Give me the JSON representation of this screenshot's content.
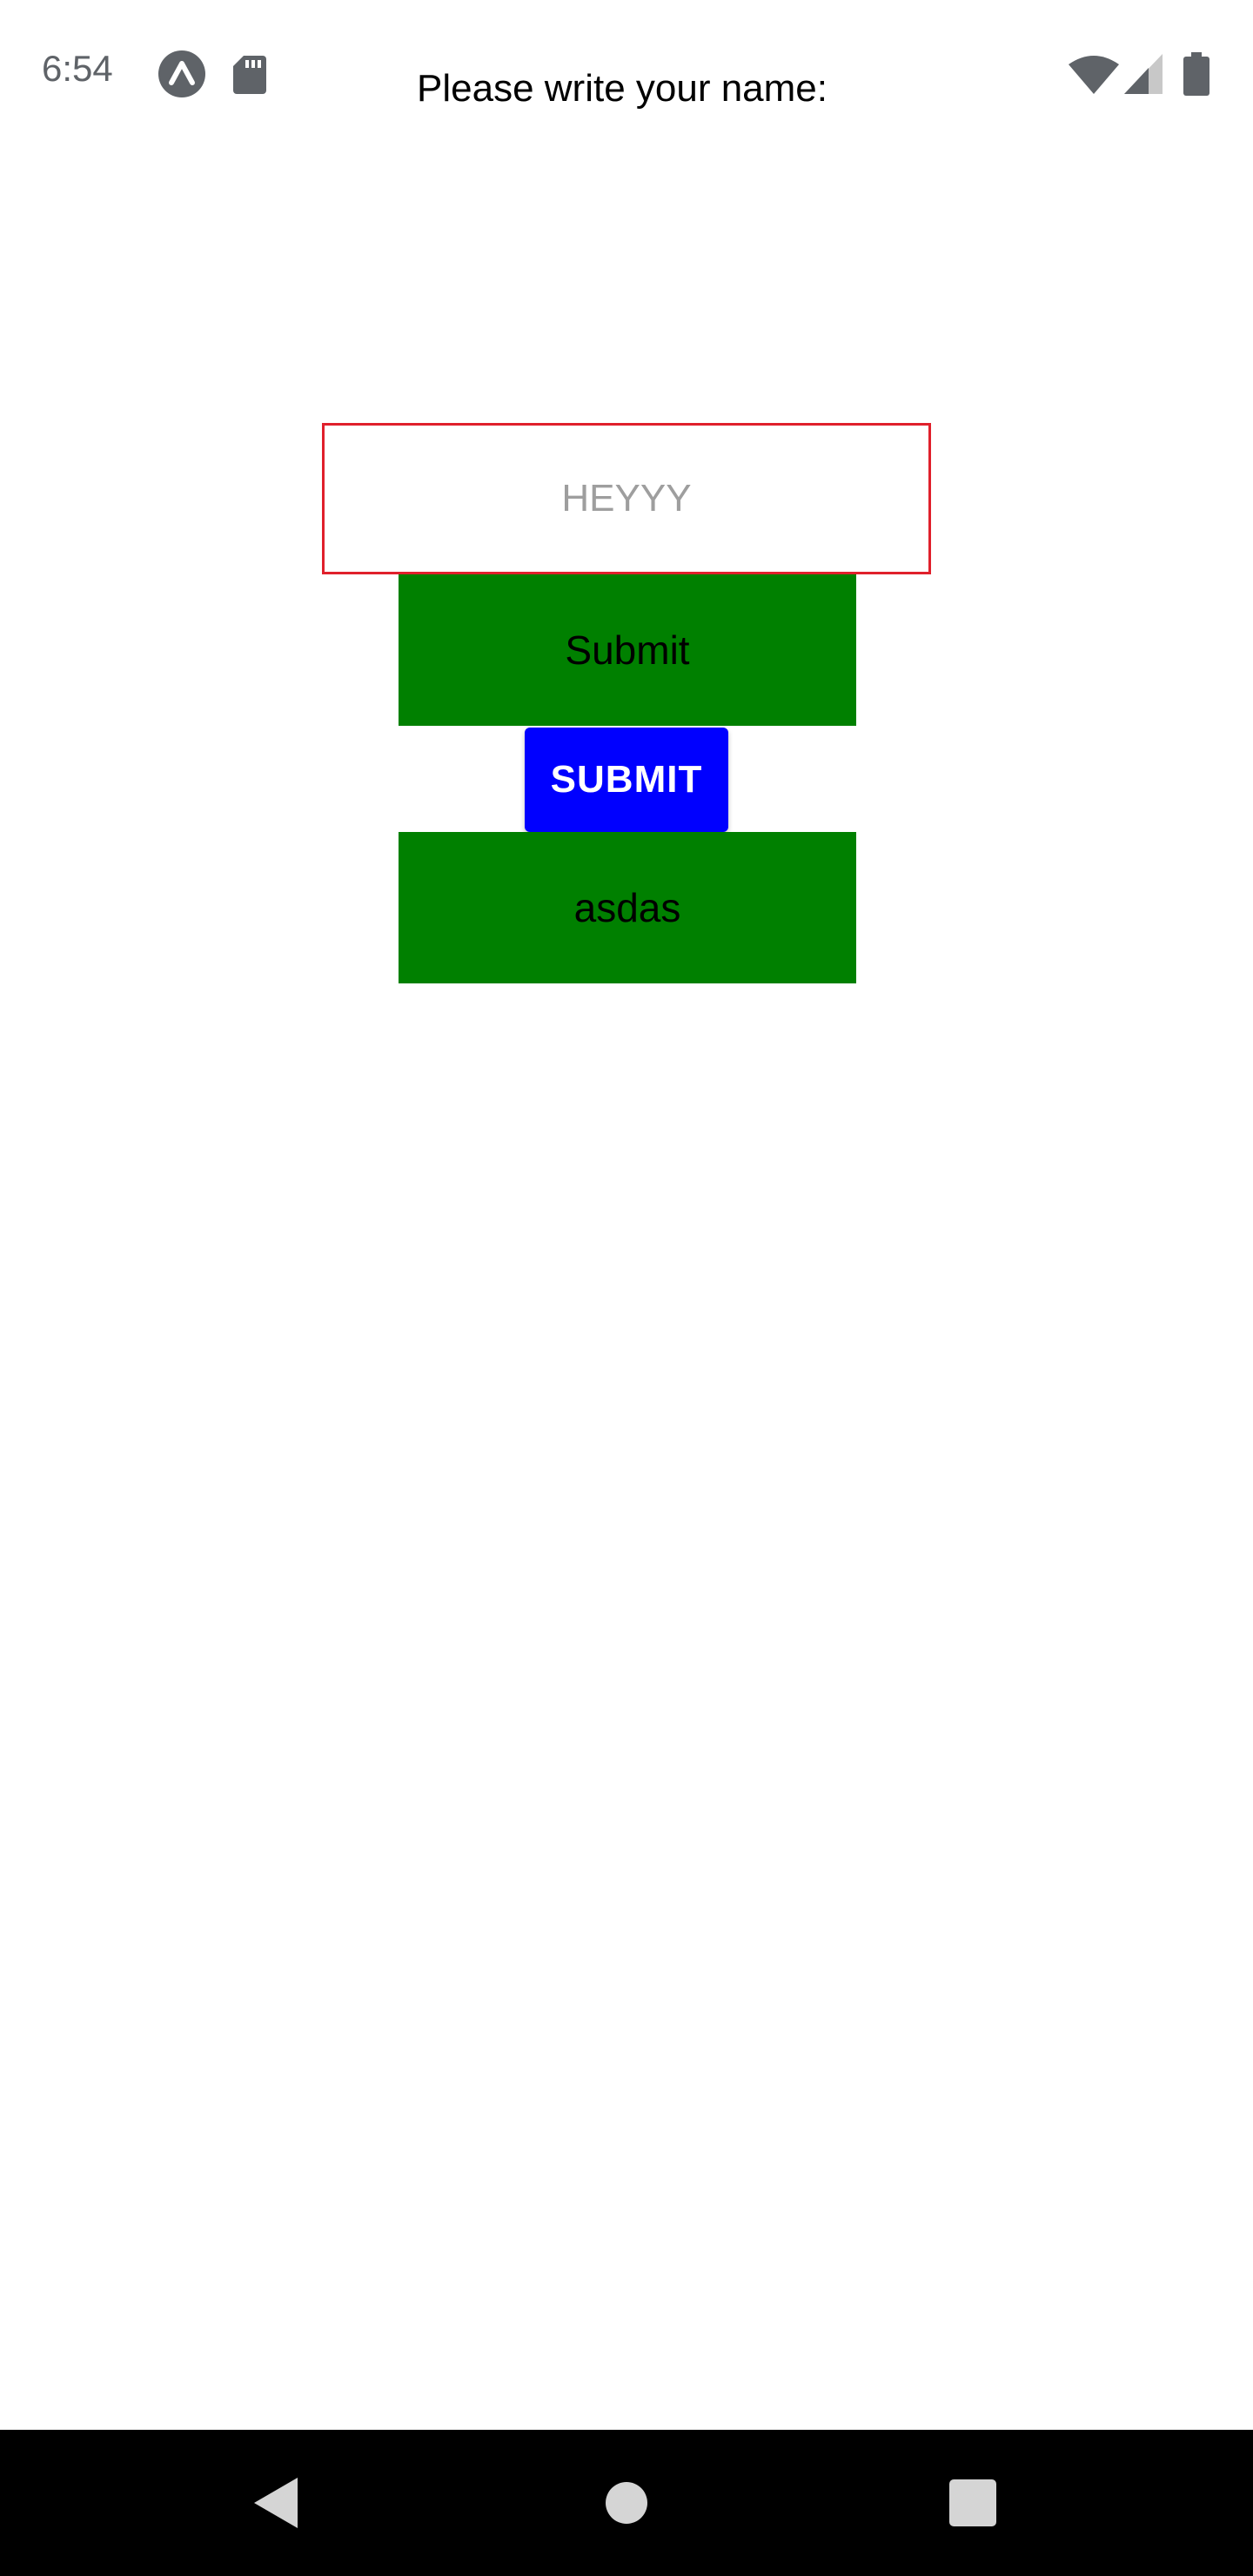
{
  "status_bar": {
    "time": "6:54",
    "icons_left": [
      "expo-icon",
      "sd-card-icon"
    ],
    "icons_right": [
      "wifi-icon",
      "cell-signal-icon",
      "battery-icon"
    ]
  },
  "form": {
    "prompt": "Please write your name:",
    "input_placeholder": "HEYYY",
    "input_value": "",
    "input_border_color": "#e0202c",
    "buttons": [
      {
        "label": "Submit",
        "color": "#008000"
      },
      {
        "label": "SUBMIT",
        "color": "#0000ff"
      },
      {
        "label": "asdas",
        "color": "#008000"
      }
    ]
  },
  "nav_bar": {
    "items": [
      "back-icon",
      "home-icon",
      "recents-icon"
    ]
  }
}
